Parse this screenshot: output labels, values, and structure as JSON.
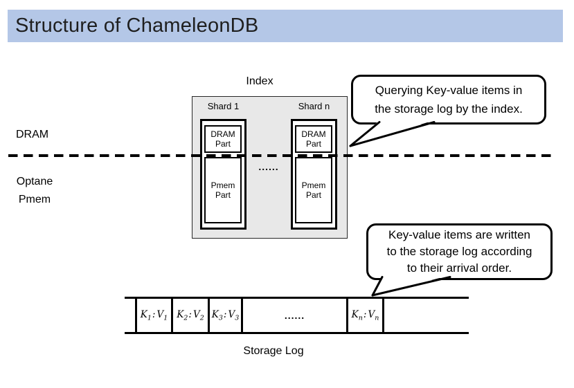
{
  "slide": {
    "title": "Structure of ChameleonDB"
  },
  "colors": {
    "title_bar_bg": "#b4c7e7",
    "index_panel_bg": "#e8e8e8",
    "line_color": "#000000"
  },
  "index": {
    "label": "Index",
    "ellipsis": "......",
    "shards": [
      {
        "name": "Shard 1",
        "dram": "DRAM Part",
        "pmem": "Pmem Part"
      },
      {
        "name": "Shard n",
        "dram": "DRAM Part",
        "pmem": "Pmem Part"
      }
    ]
  },
  "memory_labels": {
    "dram": "DRAM",
    "optane_line1": "Optane",
    "optane_line2": "Pmem"
  },
  "callouts": [
    {
      "lines": [
        "Querying Key-value items in",
        "the storage log by the index."
      ]
    },
    {
      "lines": [
        "Key-value items are written",
        "to the storage log according",
        "to their arrival order."
      ]
    }
  ],
  "storage_log": {
    "label": "Storage Log",
    "ellipsis": "......",
    "separator": ":",
    "cells": [
      {
        "k": "K",
        "ksub": "1",
        "v": "V",
        "vsub": "1"
      },
      {
        "k": "K",
        "ksub": "2",
        "v": "V",
        "vsub": "2"
      },
      {
        "k": "K",
        "ksub": "3",
        "v": "V",
        "vsub": "3"
      },
      {
        "k": "K",
        "ksub": "n",
        "v": "V",
        "vsub": "n"
      }
    ]
  }
}
